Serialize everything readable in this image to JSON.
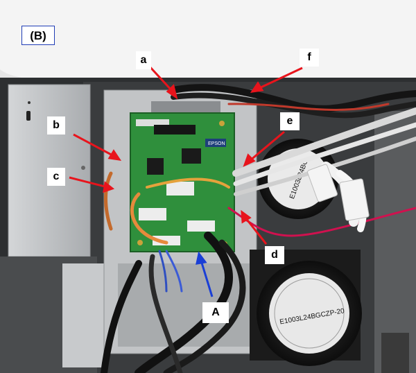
{
  "panel_label": "(B)",
  "callouts": {
    "a": "a",
    "b": "b",
    "c": "c",
    "d": "d",
    "e": "e",
    "f": "f",
    "A": "A"
  },
  "board_marking": "EPSON",
  "fan_upper_label": "E1003L24BG",
  "fan_lower_label": "E1003L24BGCZP-20",
  "colors": {
    "arrow_red": "#e8141c",
    "arrow_blue": "#1a3fd6",
    "pcb_green": "#2f8f3c",
    "chassis_gray": "#b9bcbf",
    "panel_border": "#1f3cb5"
  }
}
